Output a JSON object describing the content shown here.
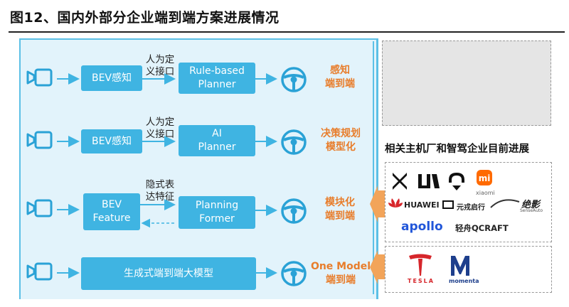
{
  "title": "图12、国内外部分企业端到端方案进展情况",
  "rows": [
    {
      "box1": "BEV感知",
      "mid_text_line1": "人为定",
      "mid_text_line2": "义接口",
      "box2_line1": "Rule-based",
      "box2_line2": "Planner",
      "label_line1": "感知",
      "label_line2": "端到端"
    },
    {
      "box1": "BEV感知",
      "mid_text_line1": "人为定",
      "mid_text_line2": "义接口",
      "box2_line1": "AI",
      "box2_line2": "Planner",
      "label_line1": "决策规划",
      "label_line2": "模型化"
    },
    {
      "box1_line1": "BEV",
      "box1_line2": "Feature",
      "mid_text_line1": "隐式表",
      "mid_text_line2": "达特征",
      "box2_line1": "Planning",
      "box2_line2": "Former",
      "label_line1": "模块化",
      "label_line2": "端到端"
    },
    {
      "box_wide": "生成式端到端大模型",
      "label_line1": "One Model",
      "label_line2": "端到端"
    }
  ],
  "right_heading": "相关主机厂和智驾企业目前进展",
  "brands_group1": [
    "HUAWEI",
    "元戎启行",
    "xiaomi",
    "绝影",
    "SenseAuto",
    "apollo",
    "轻舟QCRAFT"
  ],
  "brands_group2": [
    "TESLA",
    "momenta"
  ],
  "colors": {
    "blue": "#3fb4e2",
    "orange": "#e87d2b",
    "panel_bg": "#e2f3fb",
    "panel_border": "#5cc0e6"
  }
}
